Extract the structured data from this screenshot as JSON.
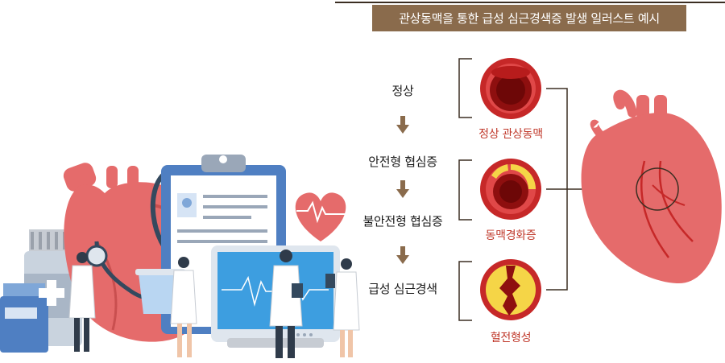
{
  "title": "관상동맥을 통한 급성 심근경색증 발생 일러스트 예시",
  "stages": [
    "정상",
    "안전형 협심증",
    "불안전형 협심증",
    "급성 심근경색"
  ],
  "vessels": [
    {
      "label": "정상 관상동맥",
      "icon": "normal-artery-cross-section"
    },
    {
      "label": "동맥경화증",
      "icon": "narrowed-artery-cross-section"
    },
    {
      "label": "혈전형성",
      "icon": "thrombus-artery-cross-section"
    }
  ],
  "illustration": {
    "monitor_icon": "heart-ecg-icon",
    "figures": [
      "doctor-with-stethoscope",
      "nurse-with-cup",
      "doctor-with-tablet",
      "nurse-with-clipboard"
    ]
  },
  "colors": {
    "title_bg": "#8a6b4c",
    "arrow": "#8a6b4c",
    "vessel_label": "#c0392b",
    "heart": "#e56b6b",
    "artery_wall": "#c62828",
    "plaque": "#f5d547",
    "screen": "#3d9ee0"
  }
}
